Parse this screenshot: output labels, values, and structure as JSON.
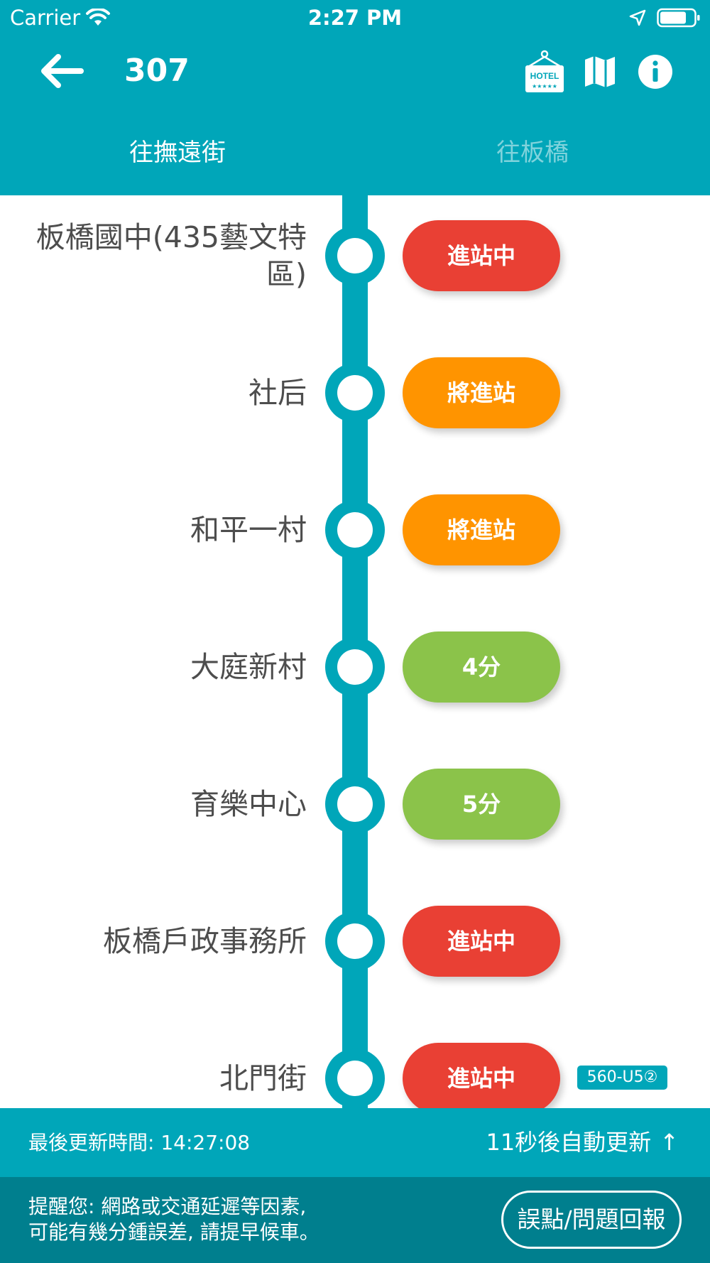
{
  "status_bar": {
    "carrier": "Carrier",
    "time": "2:27 PM"
  },
  "nav": {
    "route_number": "307",
    "hotel_badge_text": "HOTEL",
    "hotel_stars": "★★★★★"
  },
  "tabs": [
    {
      "label": "往撫遠街",
      "active": true
    },
    {
      "label": "往板橋",
      "active": false
    }
  ],
  "status_colors": {
    "arriving": "#e94034",
    "approaching": "#ff9400",
    "minutes": "#8bc34a",
    "accent": "#00a6b9"
  },
  "stops": [
    {
      "name": "板橋國中(435藝文特區)",
      "eta": "進站中",
      "status": "arriving"
    },
    {
      "name": "社后",
      "eta": "將進站",
      "status": "approaching"
    },
    {
      "name": "和平一村",
      "eta": "將進站",
      "status": "approaching"
    },
    {
      "name": "大庭新村",
      "eta": "4分",
      "status": "minutes"
    },
    {
      "name": "育樂中心",
      "eta": "5分",
      "status": "minutes"
    },
    {
      "name": "板橋戶政事務所",
      "eta": "進站中",
      "status": "arriving"
    },
    {
      "name": "北門街",
      "eta": "進站中",
      "status": "arriving",
      "bus_plate": "560-U5②"
    }
  ],
  "footer": {
    "last_update_label": "最後更新時間:",
    "last_update_time": "14:27:08",
    "auto_refresh": "11秒後自動更新",
    "notice_line1": "提醒您: 網路或交通延遲等因素,",
    "notice_line2": "可能有幾分鍾誤差, 請提早候車。",
    "report_button": "誤點/問題回報"
  }
}
